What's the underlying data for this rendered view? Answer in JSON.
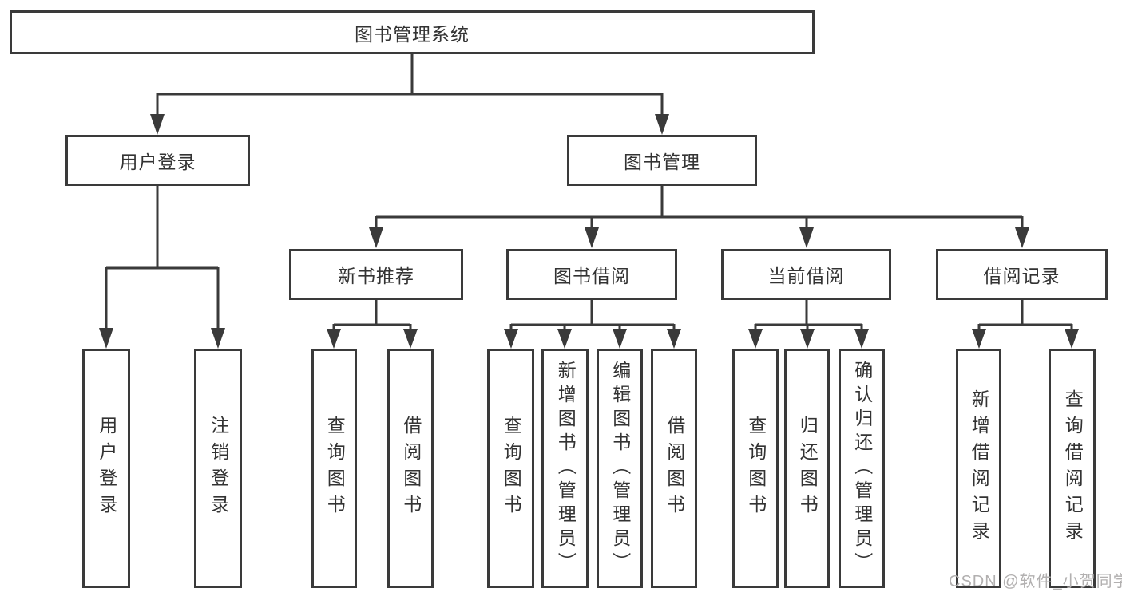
{
  "diagram": {
    "type": "tree",
    "title": "图书管理系统",
    "watermark": "CSDN @软件_小贺同学",
    "colors": {
      "line": "#3a3a3a",
      "text": "#333333",
      "background": "#ffffff",
      "watermark": "#b2b0b0"
    },
    "root": {
      "label": "图书管理系统",
      "children": [
        {
          "label": "用户登录",
          "children": [
            {
              "label": "用户登录"
            },
            {
              "label": "注销登录"
            }
          ]
        },
        {
          "label": "图书管理",
          "children": [
            {
              "label": "新书推荐",
              "children": [
                {
                  "label": "查询图书"
                },
                {
                  "label": "借阅图书"
                }
              ]
            },
            {
              "label": "图书借阅",
              "children": [
                {
                  "label": "查询图书"
                },
                {
                  "label": "新增图书（管理员）"
                },
                {
                  "label": "编辑图书（管理员）"
                },
                {
                  "label": "借阅图书"
                }
              ]
            },
            {
              "label": "当前借阅",
              "children": [
                {
                  "label": "查询图书"
                },
                {
                  "label": "归还图书"
                },
                {
                  "label": "确认归还（管理员）"
                }
              ]
            },
            {
              "label": "借阅记录",
              "children": [
                {
                  "label": "新增借阅记录"
                },
                {
                  "label": "查询借阅记录"
                }
              ]
            }
          ]
        }
      ]
    }
  }
}
